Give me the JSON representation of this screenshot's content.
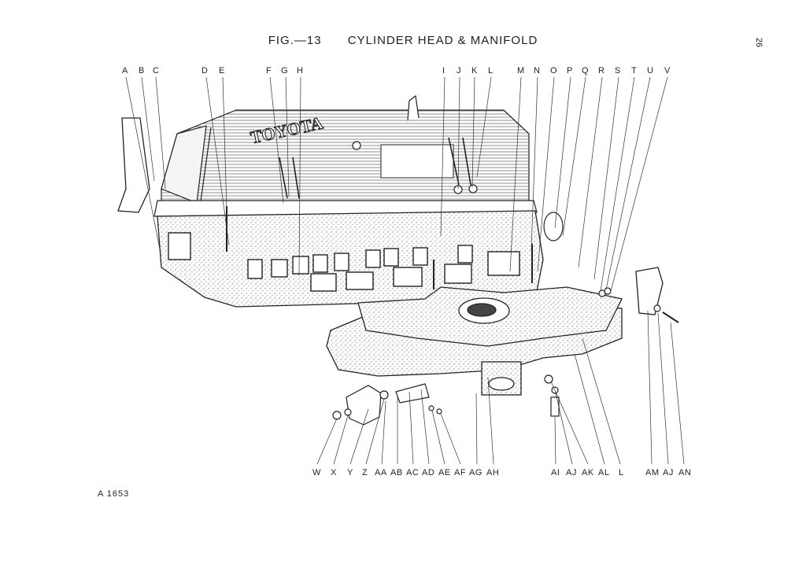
{
  "figure": {
    "fig_label": "FIG.—13",
    "title": "CYLINDER HEAD & MANIFOLD"
  },
  "page_number": "26",
  "drawing_ref": "A 1653",
  "cover_plate_text": "TOYOTA",
  "top_callouts": [
    "A",
    "B",
    "C",
    "D",
    "E",
    "F",
    "G",
    "H",
    "I",
    "J",
    "K",
    "L",
    "M",
    "N",
    "O",
    "P",
    "Q",
    "R",
    "S",
    "T",
    "U",
    "V"
  ],
  "bottom_callouts": [
    "W",
    "X",
    "Y",
    "Z",
    "AA",
    "AB",
    "AC",
    "AD",
    "AE",
    "AF",
    "AG",
    "AH",
    "AI",
    "AJ",
    "AK",
    "AL",
    "L",
    "AM",
    "AJ",
    "AN"
  ]
}
